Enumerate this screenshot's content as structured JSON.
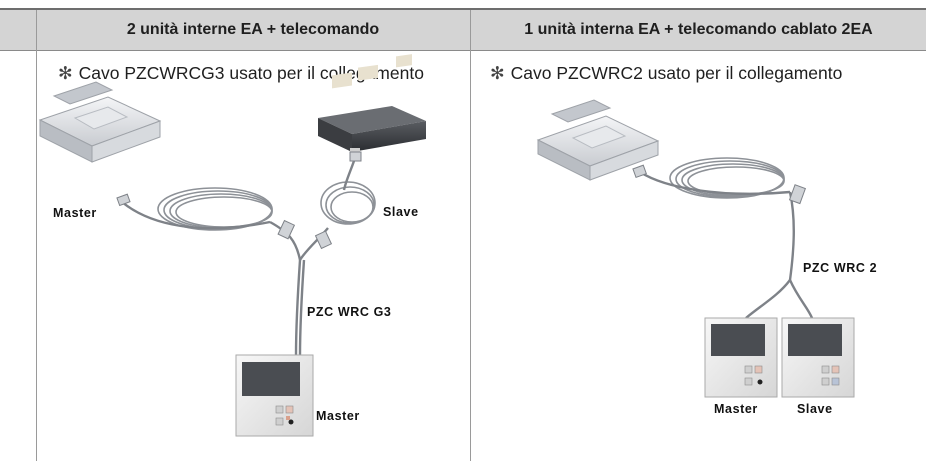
{
  "columns": [
    {
      "header": "2 unità interne EA + telecomando",
      "note_symbol": "✻",
      "note": "Cavo PZCWRCG3 usato per il collegamento",
      "labels": {
        "master_unit": "Master",
        "slave_unit": "Slave",
        "cable": "PZC WRC G3",
        "master_remote": "Master"
      }
    },
    {
      "header": "1 unità interna EA + telecomando cablato 2EA",
      "note_symbol": "✻",
      "note": "Cavo PZCWRC2 usato per il collegamento",
      "labels": {
        "cable": "PZC WRC 2",
        "master_remote": "Master",
        "slave_remote": "Slave"
      }
    }
  ]
}
